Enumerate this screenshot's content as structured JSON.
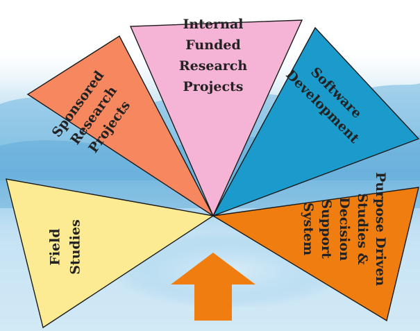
{
  "segments": [
    {
      "id": "internal",
      "lines": [
        "Internal",
        "Funded",
        "Research",
        "Projects"
      ],
      "color": "#f5b3d6"
    },
    {
      "id": "sponsored",
      "lines": [
        "Sponsored",
        "Research",
        "Projects"
      ],
      "color": "#f7875e"
    },
    {
      "id": "software",
      "lines": [
        "Software",
        "Development"
      ],
      "color": "#1a9bcc"
    },
    {
      "id": "field",
      "lines": [
        "Field",
        "Studies"
      ],
      "color": "#fceb92"
    },
    {
      "id": "purpose",
      "lines": [
        "Purpose Driven",
        "Studies &",
        "Decision",
        "Support",
        "System"
      ],
      "color": "#f07d0f"
    }
  ],
  "arrow": {
    "color": "#f07d0f",
    "direction": "up",
    "icon": "up-arrow-icon"
  },
  "background": {
    "sky": "#ffffff",
    "water": "#6fb6de",
    "water_light": "#cfe7f5"
  }
}
